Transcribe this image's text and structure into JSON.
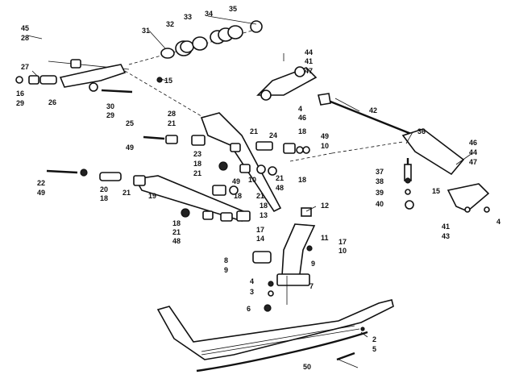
{
  "callouts": [
    "45",
    "28",
    "31",
    "32",
    "33",
    "34",
    "35",
    "27",
    "16",
    "29",
    "26",
    "15",
    "30",
    "29",
    "44",
    "41",
    "47",
    "4",
    "46",
    "42",
    "36",
    "25",
    "49",
    "28",
    "21",
    "23",
    "21",
    "24",
    "18",
    "49",
    "10",
    "18",
    "21",
    "10",
    "21",
    "48",
    "18",
    "22",
    "49",
    "20",
    "18",
    "21",
    "19",
    "49",
    "18",
    "21",
    "18",
    "13",
    "12",
    "18",
    "21",
    "48",
    "17",
    "14",
    "11",
    "17",
    "10",
    "8",
    "9",
    "9",
    "4",
    "3",
    "7",
    "6",
    "50",
    "2",
    "5",
    "37",
    "38",
    "39",
    "40",
    "15",
    "46",
    "44",
    "47",
    "41",
    "43",
    "4"
  ]
}
